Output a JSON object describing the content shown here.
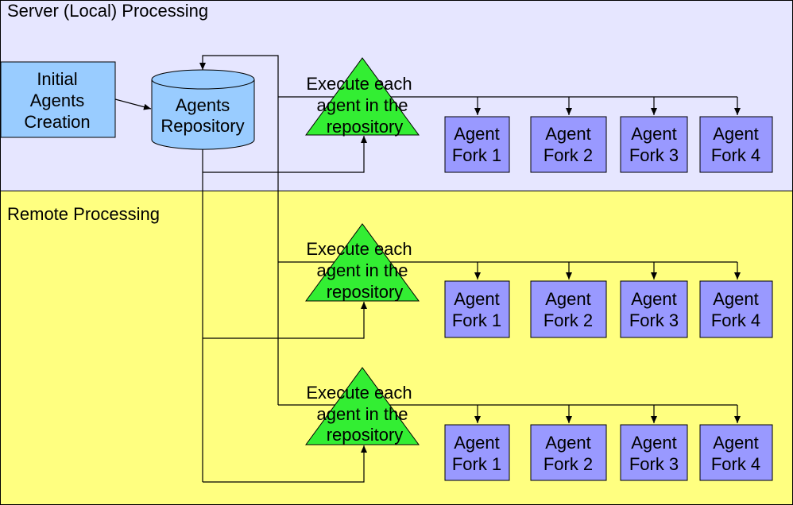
{
  "colors": {
    "server_region": "#e6e6ff",
    "remote_region": "#ffff80",
    "initial_box": "#99ccff",
    "repository": "#99ccff",
    "execute_triangle": "#33ee33",
    "fork_box": "#9999ff",
    "line": "#000000"
  },
  "regions": {
    "server": {
      "label": "Server (Local) Processing"
    },
    "remote": {
      "label": "Remote Processing"
    }
  },
  "initial": {
    "lines": [
      "Initial",
      "Agents",
      "Creation"
    ]
  },
  "repository": {
    "lines": [
      "Agents",
      "Repository"
    ]
  },
  "execute": {
    "lines": [
      "Execute each",
      "agent in the",
      "repository"
    ]
  },
  "fork_groups": [
    {
      "forks": [
        {
          "lines": [
            "Agent",
            "Fork 1"
          ]
        },
        {
          "lines": [
            "Agent",
            "Fork 2"
          ]
        },
        {
          "lines": [
            "Agent",
            "Fork 3"
          ]
        },
        {
          "lines": [
            "Agent",
            "Fork 4"
          ]
        }
      ]
    },
    {
      "forks": [
        {
          "lines": [
            "Agent",
            "Fork 1"
          ]
        },
        {
          "lines": [
            "Agent",
            "Fork 2"
          ]
        },
        {
          "lines": [
            "Agent",
            "Fork 3"
          ]
        },
        {
          "lines": [
            "Agent",
            "Fork 4"
          ]
        }
      ]
    },
    {
      "forks": [
        {
          "lines": [
            "Agent",
            "Fork 1"
          ]
        },
        {
          "lines": [
            "Agent",
            "Fork 2"
          ]
        },
        {
          "lines": [
            "Agent",
            "Fork 3"
          ]
        },
        {
          "lines": [
            "Agent",
            "Fork 4"
          ]
        }
      ]
    }
  ]
}
